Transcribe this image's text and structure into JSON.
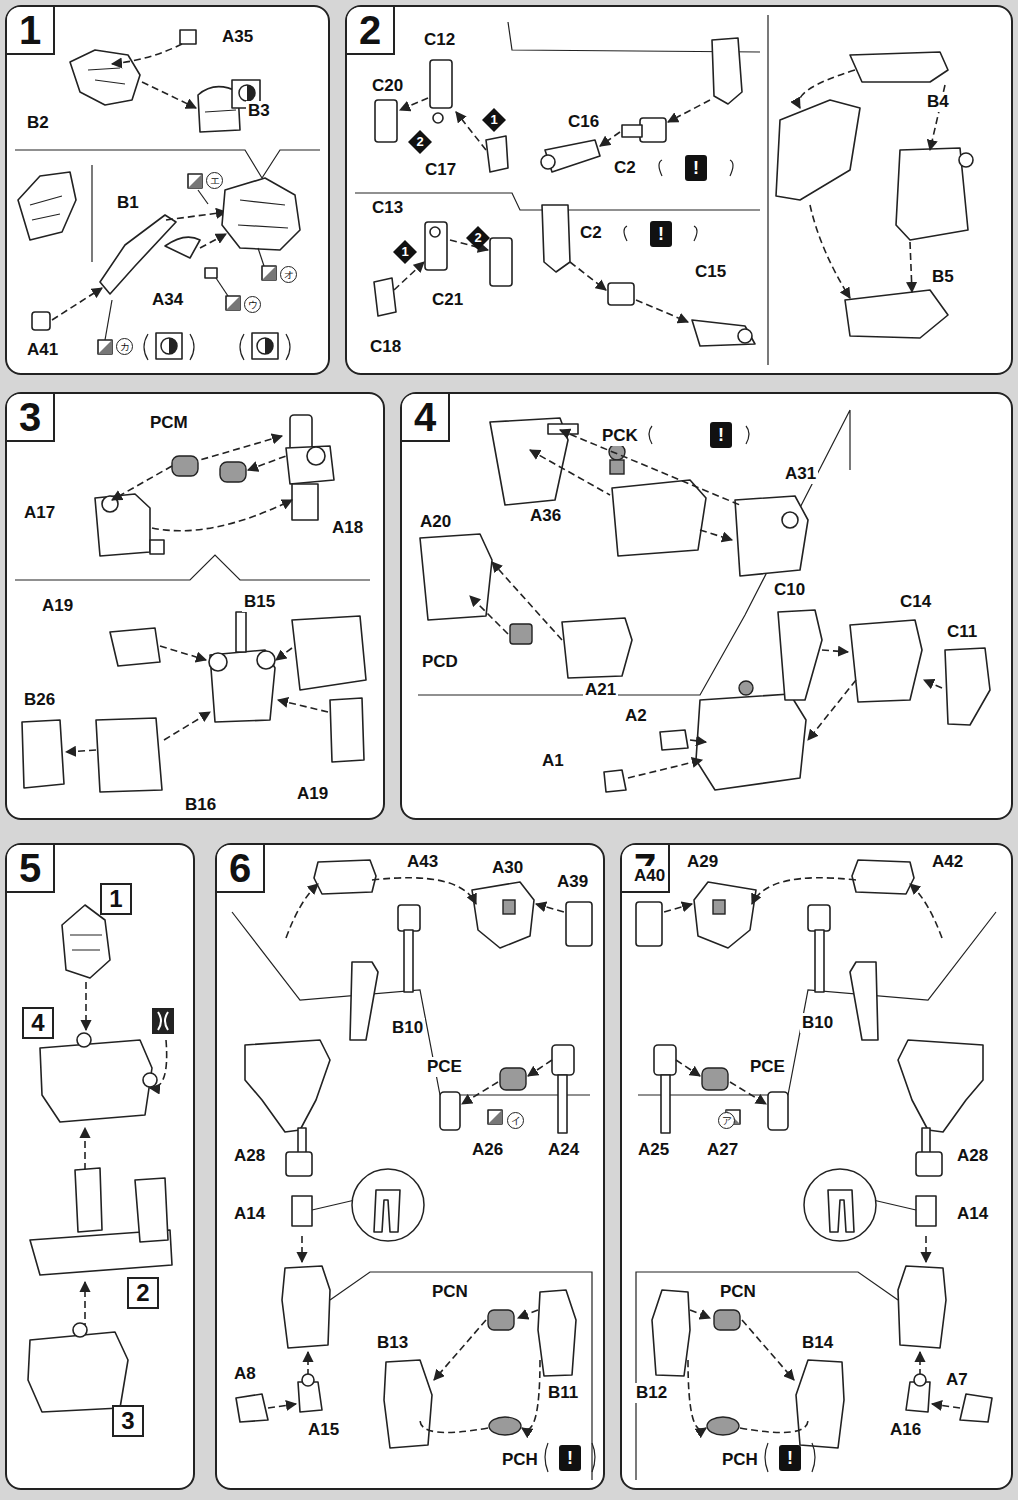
{
  "diagram": {
    "nodes": [
      {
        "text": [
          "1"
        ]
      },
      {
        "text": [
          "2"
        ]
      },
      {
        "text": [
          "1"
        ],
        "in": 1
      },
      {
        "text": [
          "2"
        ],
        "in": 1
      },
      {
        "text": [
          "2"
        ],
        "in": 1
      },
      {
        "text": [
          "1"
        ],
        "in": 1
      },
      {
        "text": [
          "!"
        ],
        "in": 1
      },
      {
        "text": [
          "!"
        ],
        "in": 1
      },
      {
        "text": [
          "3"
        ]
      },
      {
        "text": [
          "4"
        ]
      },
      {
        "text": [
          "!"
        ],
        "in": 9
      },
      {
        "text": [
          "5"
        ]
      },
      {
        "text": [
          "1"
        ],
        "in": 11
      },
      {
        "text": [
          "4"
        ],
        "in": 11
      },
      {
        "text": [
          "2"
        ],
        "in": 11
      },
      {
        "text": [
          "3"
        ],
        "in": 11
      },
      {
        "text": [
          "6"
        ]
      },
      {
        "text": [
          "!"
        ],
        "in": 16
      },
      {
        "text": [
          "7"
        ]
      },
      {
        "text": [
          "!"
        ],
        "in": 18
      }
    ],
    "labels": [
      "A35",
      "B2",
      "B3",
      "B1",
      "エ",
      "A34",
      "オ",
      "ウ",
      "A41",
      "カ",
      "C12",
      "C20",
      "B4",
      "C16",
      "C17",
      "C2",
      "C13",
      "C2",
      "C15",
      "B5",
      "C21",
      "C18",
      "PCM",
      "A17",
      "A18",
      "A19",
      "B15",
      "B26",
      "B16",
      "A19",
      "PCK",
      "A31",
      "A36",
      "A20",
      "C10",
      "C14",
      "C11",
      "A21",
      "PCD",
      "A2",
      "A1",
      "A43",
      "A30",
      "A39",
      "B10",
      "PCE",
      "イ",
      "A26",
      "A24",
      "A28",
      "A14",
      "PCN",
      "B13",
      "B11",
      "A8",
      "A15",
      "PCH",
      "A29",
      "A42",
      "A40",
      "B10",
      "PCE",
      "ア",
      "A25",
      "A27",
      "A28",
      "A14",
      "PCN",
      "B14",
      "B12",
      "A16",
      "A7",
      "PCH"
    ]
  }
}
